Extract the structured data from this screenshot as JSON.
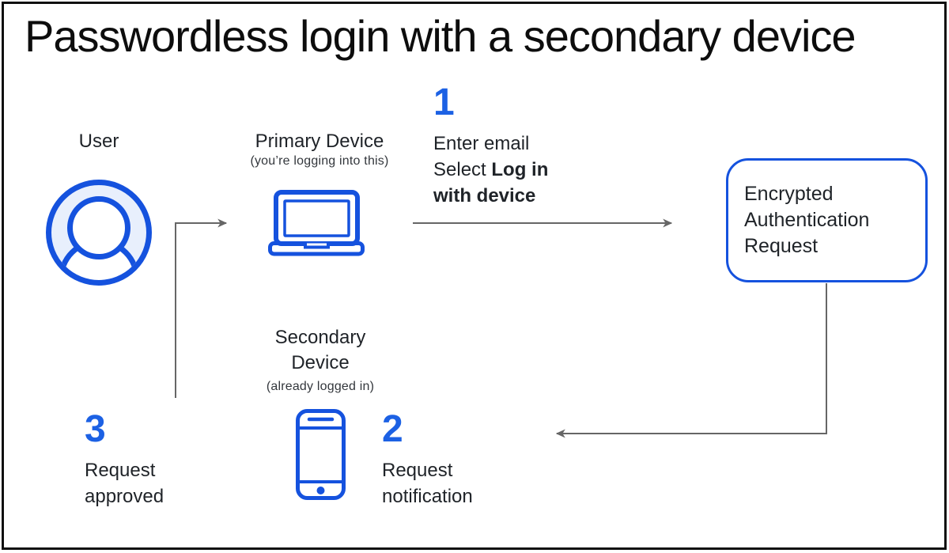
{
  "title": "Passwordless login with a secondary device",
  "actors": {
    "user": {
      "label": "User"
    },
    "primary_device": {
      "label": "Primary Device",
      "note": "(you’re logging into this)"
    },
    "secondary_device": {
      "label": "Secondary Device",
      "note": "(already logged in)"
    },
    "auth_request_box": {
      "label": "Encrypted Authentication Request"
    }
  },
  "steps": {
    "step1": {
      "number": "1",
      "line1": "Enter email",
      "line2_prefix": "Select",
      "line2_bold": "Log in",
      "line3_bold": "with device"
    },
    "step2": {
      "number": "2",
      "line1": "Request",
      "line2": "notification"
    },
    "step3": {
      "number": "3",
      "line1": "Request",
      "line2": "approved"
    }
  },
  "icons": {
    "user": "user-avatar-icon",
    "primary": "laptop-icon",
    "secondary": "smartphone-icon"
  },
  "colors": {
    "icon_blue": "#1552de",
    "step_number_blue": "#1c61e4",
    "arrow_gray": "#666666",
    "avatar_fill": "#e8effc",
    "text_dark": "#202124",
    "frame_black": "#101010"
  }
}
